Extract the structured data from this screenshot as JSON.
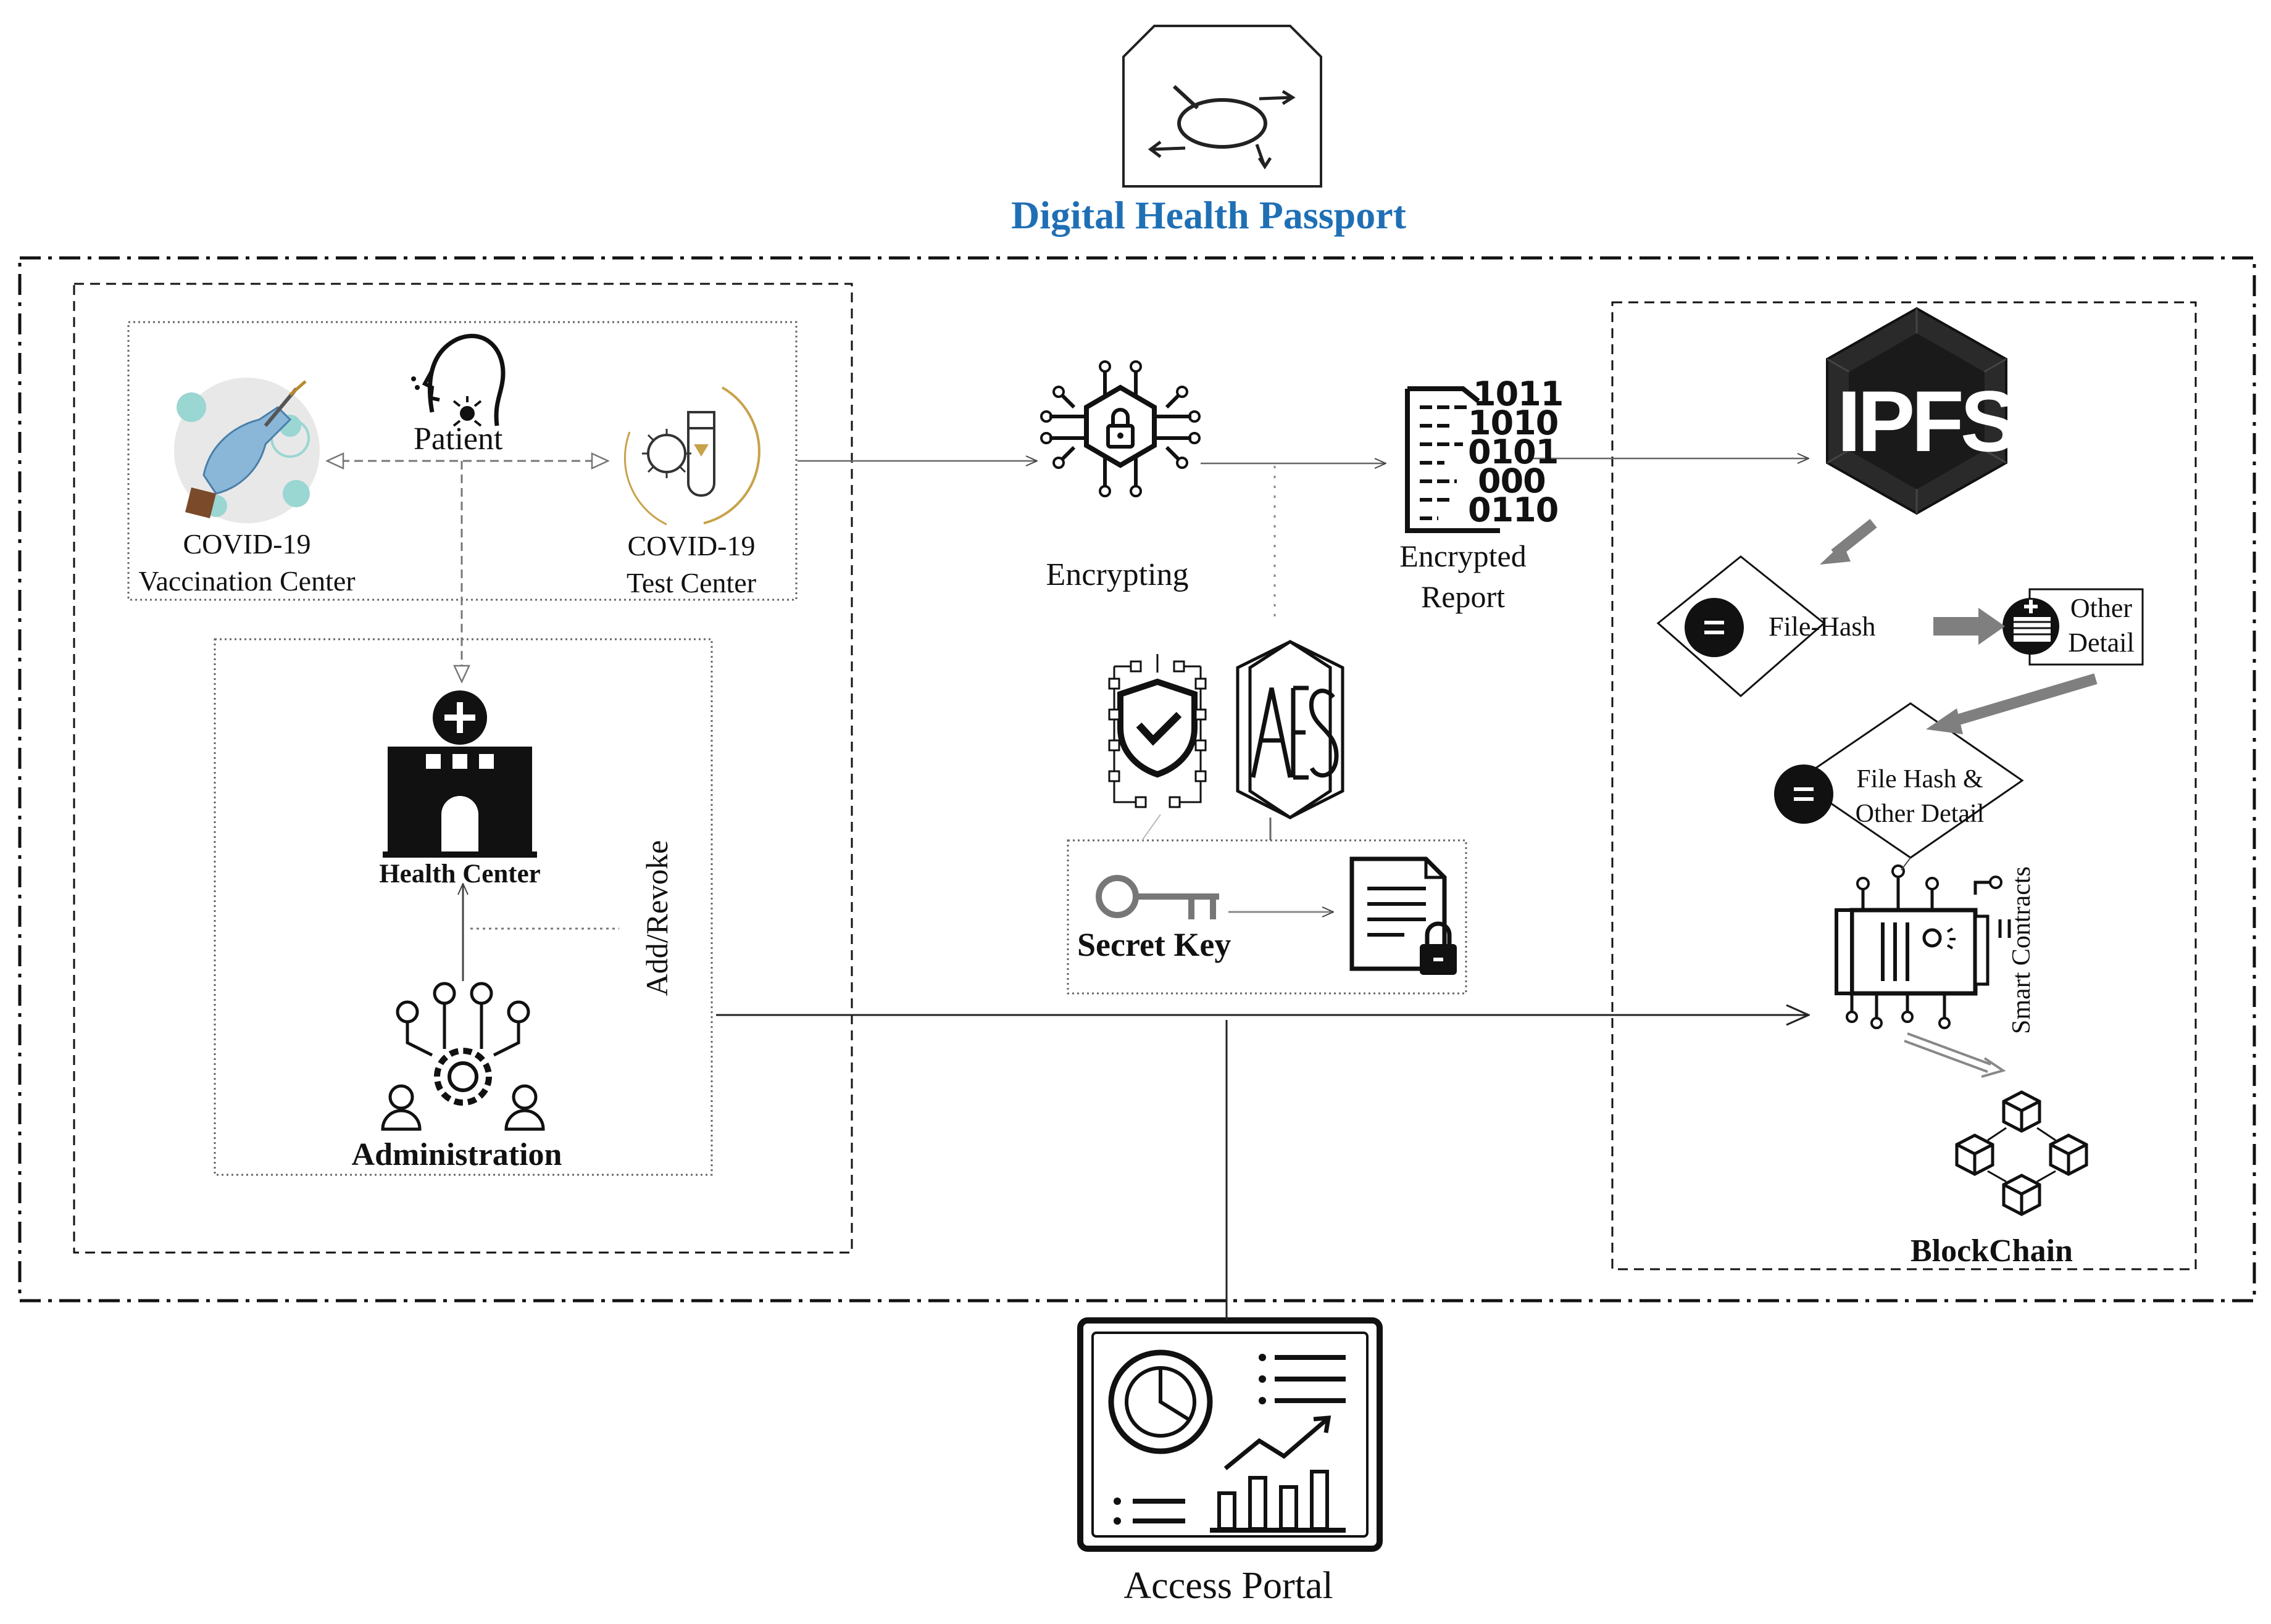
{
  "title": "Digital Health Passport",
  "nodes": {
    "patient": "Patient",
    "vaccination_center": [
      "COVID-19",
      "Vaccination Center"
    ],
    "test_center": [
      "COVID-19",
      "Test Center"
    ],
    "health_center": "Health Center",
    "administration": "Administration",
    "add_revoke": "Add/Revoke",
    "encrypting": "Encrypting",
    "encrypted_report": [
      "Encrypted",
      "Report"
    ],
    "secret_key": "Secret Key",
    "ipfs": "IPFS",
    "file_hash": "File-Hash",
    "other_detail": [
      "Other",
      "Detail"
    ],
    "file_hash_other_detail": [
      "File Hash &",
      "Other Detail"
    ],
    "smart_contracts": "Smart Contracts",
    "blockchain": "BlockChain",
    "access_portal": "Access Portal",
    "encrypted_bits": [
      "1011",
      "1010",
      "0101",
      "000",
      "0110"
    ]
  },
  "icons": [
    "server-icon",
    "patient-head-icon",
    "vaccine-icon",
    "test-tube-icon",
    "hospital-icon",
    "admin-network-icon",
    "chip-lock-icon",
    "encrypted-file-icon",
    "shield-check-icon",
    "aes-hexagon-icon",
    "key-icon",
    "locked-document-icon",
    "ipfs-hexagon-icon",
    "equals-circle-icon",
    "detail-list-icon",
    "smart-contract-chip-icon",
    "blockchain-cubes-icon",
    "dashboard-icon"
  ],
  "colors": {
    "title": "#1f6fb5",
    "ink": "#111111",
    "arrow_grey": "#7f7f7f",
    "vaccine_glove": "#8ab6d8",
    "vaccine_virus": "#8fd2cf",
    "test_tube_gold": "#c8a24a"
  }
}
